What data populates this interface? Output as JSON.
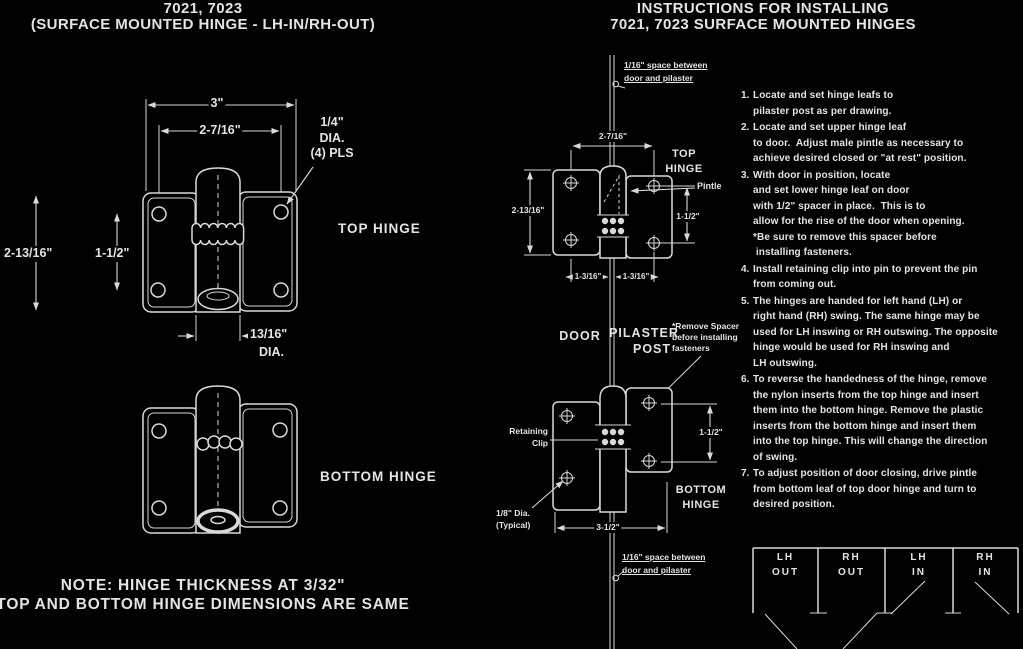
{
  "colors": {
    "background": "#000000",
    "line": "#d9d9d9",
    "text": "#e4e4e4"
  },
  "left": {
    "title1": "7021, 7023",
    "title2": "(SURFACE MOUNTED HINGE - LH-IN/RH-OUT)",
    "dim_3": "3\"",
    "dim_2_7_16": "2-7/16\"",
    "dia_quarter": [
      "1/4\"",
      "DIA.",
      "(4) PLS"
    ],
    "dim_2_13_16": "2-13/16\"",
    "dim_1_1_2": "1-1/2\"",
    "top_hinge": "TOP HINGE",
    "dia_13_16": [
      "13/16\"",
      "DIA."
    ],
    "bottom_hinge": "BOTTOM HINGE",
    "note1": "NOTE: HINGE THICKNESS AT 3/32\"",
    "note2": "TOP AND BOTTOM HINGE DIMENSIONS ARE SAME"
  },
  "middle": {
    "space_top": [
      "1/16\" space between",
      "door and pilaster"
    ],
    "dim_2_7_16": "2-7/16\"",
    "top_hinge": [
      "TOP",
      "HINGE"
    ],
    "pintle": "Pintle",
    "dim_2_13_16": "2-13/16\"",
    "dim_1_1_2_top": "1-1/2\"",
    "dim_1_3_16_left": "1-3/16\"",
    "dim_1_3_16_right": "1-3/16\"",
    "door": "DOOR",
    "pilaster": [
      "PILASTER",
      "POST"
    ],
    "remove_spacer": [
      "*Remove Spacer",
      "before installing",
      "fasteners"
    ],
    "retaining": [
      "Retaining",
      "Clip"
    ],
    "dim_1_1_2_bottom": "1-1/2\"",
    "bottom_hinge": [
      "BOTTOM",
      "HINGE"
    ],
    "dia_1_8": [
      "1/8\" Dia.",
      "(Typical)"
    ],
    "dim_3_1_2": "3-1/2\"",
    "space_bottom": [
      "1/16\" space between",
      "door and pilaster"
    ]
  },
  "right": {
    "title1": "INSTRUCTIONS FOR INSTALLING",
    "title2": "7021, 7023 SURFACE MOUNTED HINGES",
    "instructions": [
      {
        "num": "1.",
        "lines": [
          "Locate and set hinge leafs to",
          "pilaster post as per drawing."
        ]
      },
      {
        "num": "2.",
        "lines": [
          "Locate and set upper hinge leaf",
          "to door.  Adjust male pintle as necessary to",
          "achieve desired closed or \"at rest\" position."
        ]
      },
      {
        "num": "3.",
        "lines": [
          "With door in position, locate",
          "and set lower hinge leaf on door",
          "with 1/2\" spacer in place.  This is to",
          "allow for the rise of the door when opening.",
          "*Be sure to remove this spacer before",
          " installing fasteners."
        ]
      },
      {
        "num": "4.",
        "lines": [
          "Install retaining clip into pin to prevent the pin",
          "from coming out."
        ]
      },
      {
        "num": "5.",
        "lines": [
          "The hinges are handed for left hand (LH) or",
          "right hand (RH) swing. The same hinge may be",
          "used for LH inswing or RH outswing. The opposite",
          "hinge would be used for RH inswing and",
          "LH outswing."
        ]
      },
      {
        "num": "6.",
        "lines": [
          "To reverse the handedness of the hinge, remove",
          "the nylon inserts from the top hinge and insert",
          "them into the bottom hinge. Remove the plastic",
          "inserts from the bottom hinge and insert them",
          "into the top hinge. This will change the direction",
          "of swing."
        ]
      },
      {
        "num": "7.",
        "lines": [
          "To adjust position of door closing, drive pintle",
          "from bottom leaf of top door hinge and turn to",
          "desired position."
        ]
      }
    ],
    "swing_table": {
      "cells": [
        [
          "LH",
          "OUT"
        ],
        [
          "RH",
          "OUT"
        ],
        [
          "LH",
          "IN"
        ],
        [
          "RH",
          "IN"
        ]
      ]
    }
  }
}
